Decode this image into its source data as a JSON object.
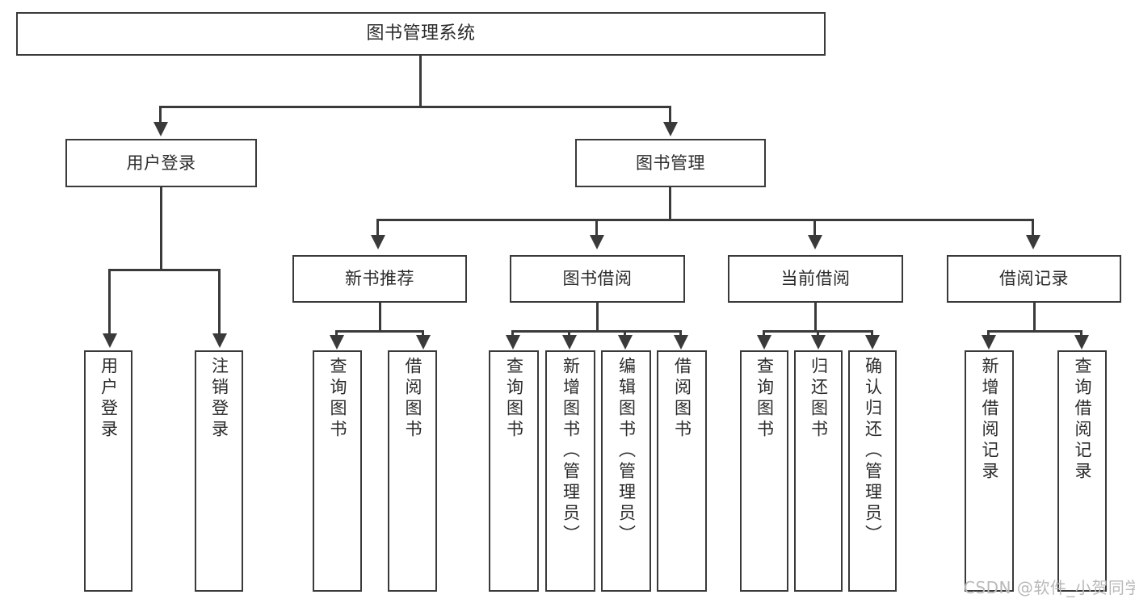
{
  "diagram": {
    "type": "hierarchy-tree",
    "title": "图书管理系统",
    "watermark": "CSDN @软件_小贺同学",
    "colors": {
      "border": "#3a3a3a",
      "text": "#2b2b2b",
      "background": "#ffffff",
      "watermark": "#b9b9b9"
    },
    "root": {
      "label": "图书管理系统"
    },
    "level2": [
      {
        "label": "用户登录"
      },
      {
        "label": "图书管理"
      }
    ],
    "level3": [
      {
        "label": "新书推荐"
      },
      {
        "label": "图书借阅"
      },
      {
        "label": "当前借阅"
      },
      {
        "label": "借阅记录"
      }
    ],
    "leaves": {
      "user_login": [
        {
          "label": "用户登录"
        },
        {
          "label": "注销登录"
        }
      ],
      "new_book_recommend": [
        {
          "label": "查询图书"
        },
        {
          "label": "借阅图书"
        }
      ],
      "book_borrow": [
        {
          "label": "查询图书"
        },
        {
          "label": "新增图书（管理员）"
        },
        {
          "label": "编辑图书（管理员）"
        },
        {
          "label": "借阅图书"
        }
      ],
      "current_borrow": [
        {
          "label": "查询图书"
        },
        {
          "label": "归还图书"
        },
        {
          "label": "确认归还（管理员）"
        }
      ],
      "borrow_record": [
        {
          "label": "新增借阅记录"
        },
        {
          "label": "查询借阅记录"
        }
      ]
    }
  }
}
